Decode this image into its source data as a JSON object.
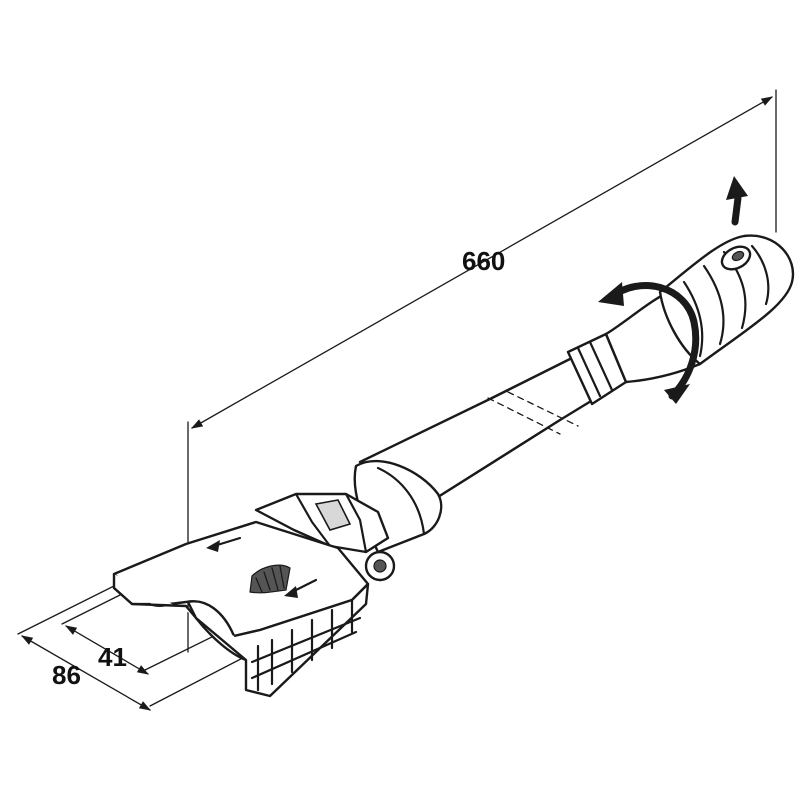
{
  "drawing": {
    "dimensions": {
      "length": "660",
      "outer_width": "86",
      "inner_width": "41"
    },
    "icons": [
      "rotate-arrow-icon",
      "pull-up-arrow-icon",
      "direction-arrow-icon"
    ],
    "colors": {
      "line": "#1a1a1a",
      "background": "#ffffff",
      "shade": "#d8d8d8"
    }
  }
}
